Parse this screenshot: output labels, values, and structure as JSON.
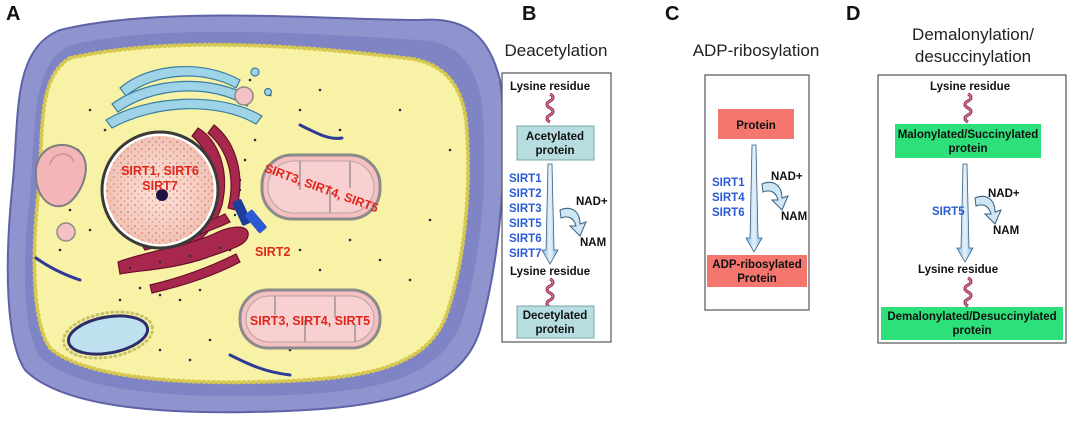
{
  "panels": {
    "a": {
      "letter": "A"
    },
    "b": {
      "letter": "B",
      "title": "Deacetylation"
    },
    "c": {
      "letter": "C",
      "title": "ADP-ribosylation"
    },
    "d": {
      "letter": "D",
      "title_line1": "Demalonylation/",
      "title_line2": "desuccinylation"
    }
  },
  "cell": {
    "nucleus_label_line1": "SIRT1, SIRT6",
    "nucleus_label_line2": "SIRT7",
    "cytoplasm_label": "SIRT2",
    "mito_label_top": "SIRT3, SIRT4, SIRT5",
    "mito_label_bottom": "SIRT3, SIRT4, SIRT5"
  },
  "deacetylation": {
    "top_residue": "Lysine residue",
    "substrate_line1": "Acetylated",
    "substrate_line2": "protein",
    "enzymes": [
      "SIRT1",
      "SIRT2",
      "SIRT3",
      "SIRT5",
      "SIRT6",
      "SIRT7"
    ],
    "cofactor": "NAD+",
    "byproduct": "NAM",
    "bottom_residue": "Lysine residue",
    "product_line1": "Decetylated",
    "product_line2": "protein"
  },
  "adp_ribosylation": {
    "substrate": "Protein",
    "enzymes": [
      "SIRT1",
      "SIRT4",
      "SIRT6"
    ],
    "cofactor": "NAD+",
    "byproduct": "NAM",
    "product_line1": "ADP-ribosylated",
    "product_line2": "Protein"
  },
  "demalonylation": {
    "top_residue": "Lysine residue",
    "substrate_line1": "Malonylated/Succinylated",
    "substrate_line2": "protein",
    "enzyme": "SIRT5",
    "cofactor": "NAD+",
    "byproduct": "NAM",
    "bottom_residue": "Lysine residue",
    "product_line1": "Demalonylated/Desuccinylated",
    "product_line2": "protein"
  },
  "colors": {
    "teal_box": "#b7dde0",
    "salmon_box": "#f4766f",
    "green_box": "#2ee07a",
    "sirt_blue": "#2a5bd7",
    "sirt_red": "#e0261b"
  }
}
